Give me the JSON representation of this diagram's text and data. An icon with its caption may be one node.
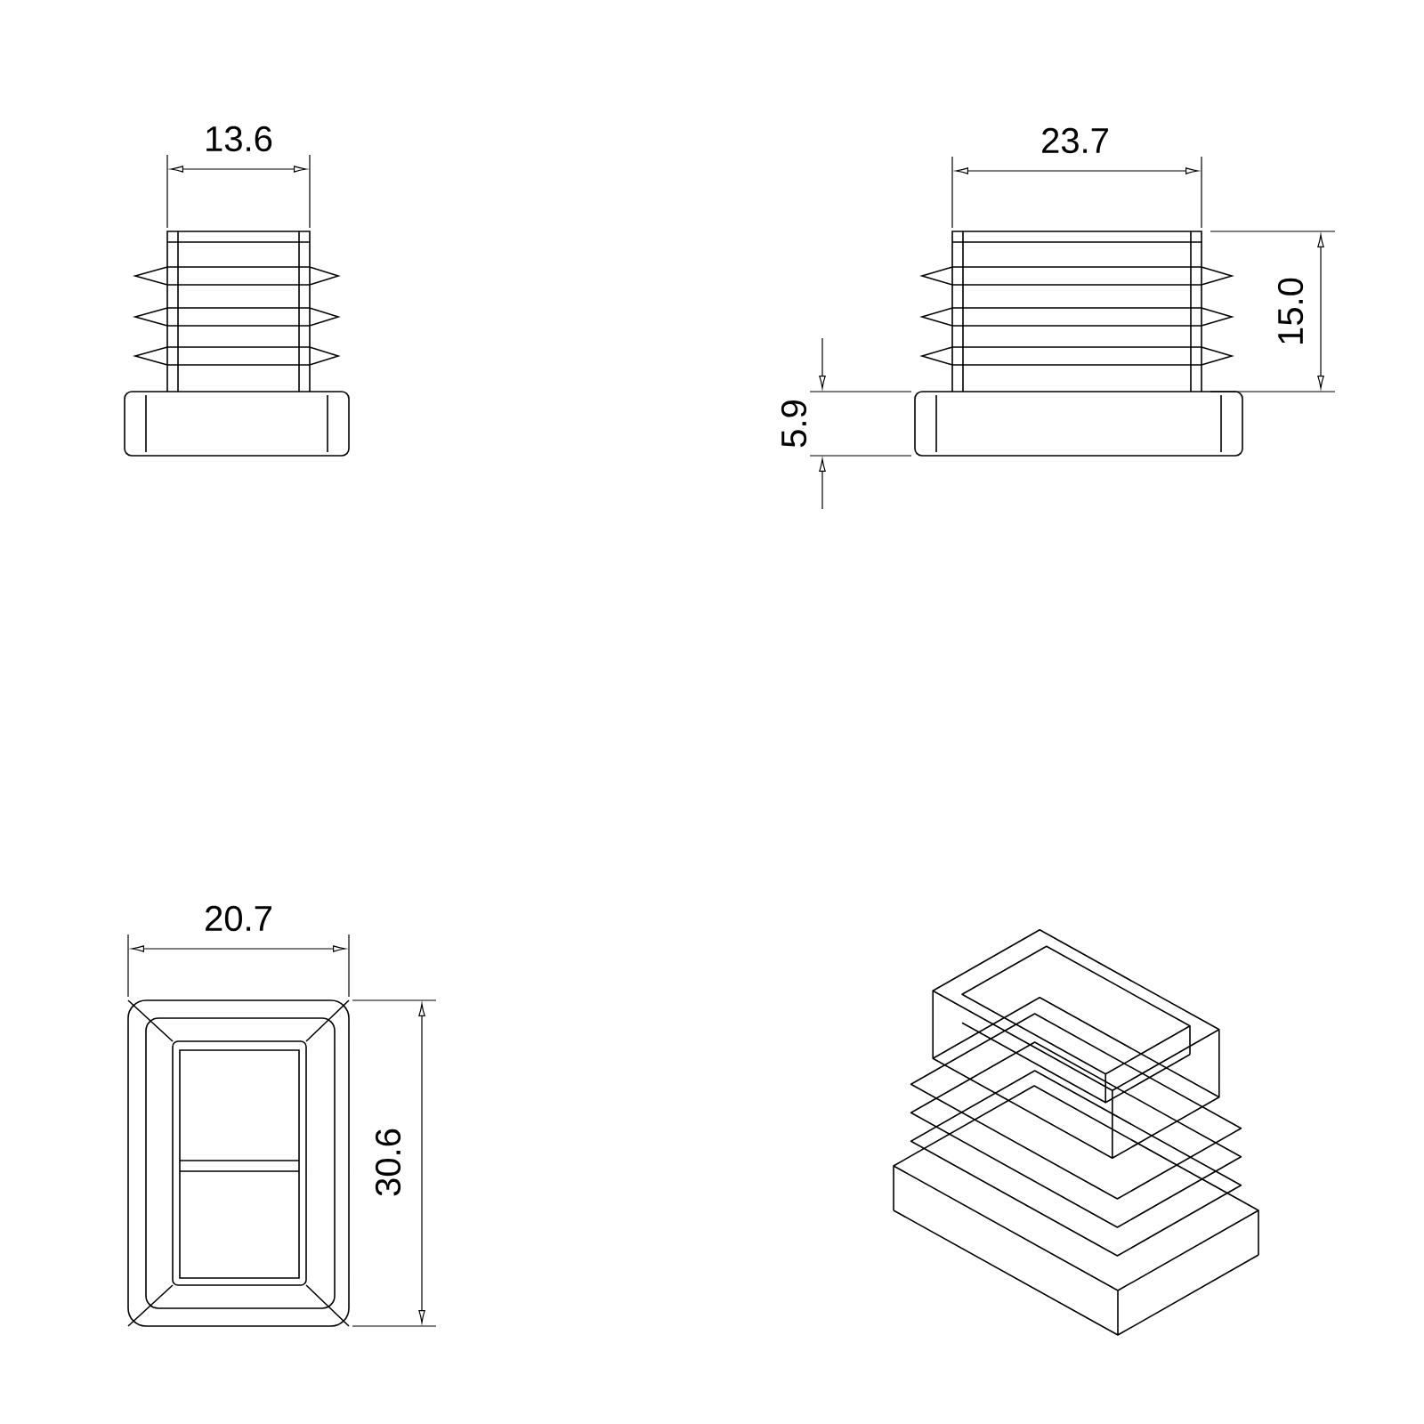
{
  "diagram": {
    "labels": [
      "13.6",
      "23.7",
      "15.0",
      "5.9",
      "20.7",
      "30.6"
    ]
  }
}
